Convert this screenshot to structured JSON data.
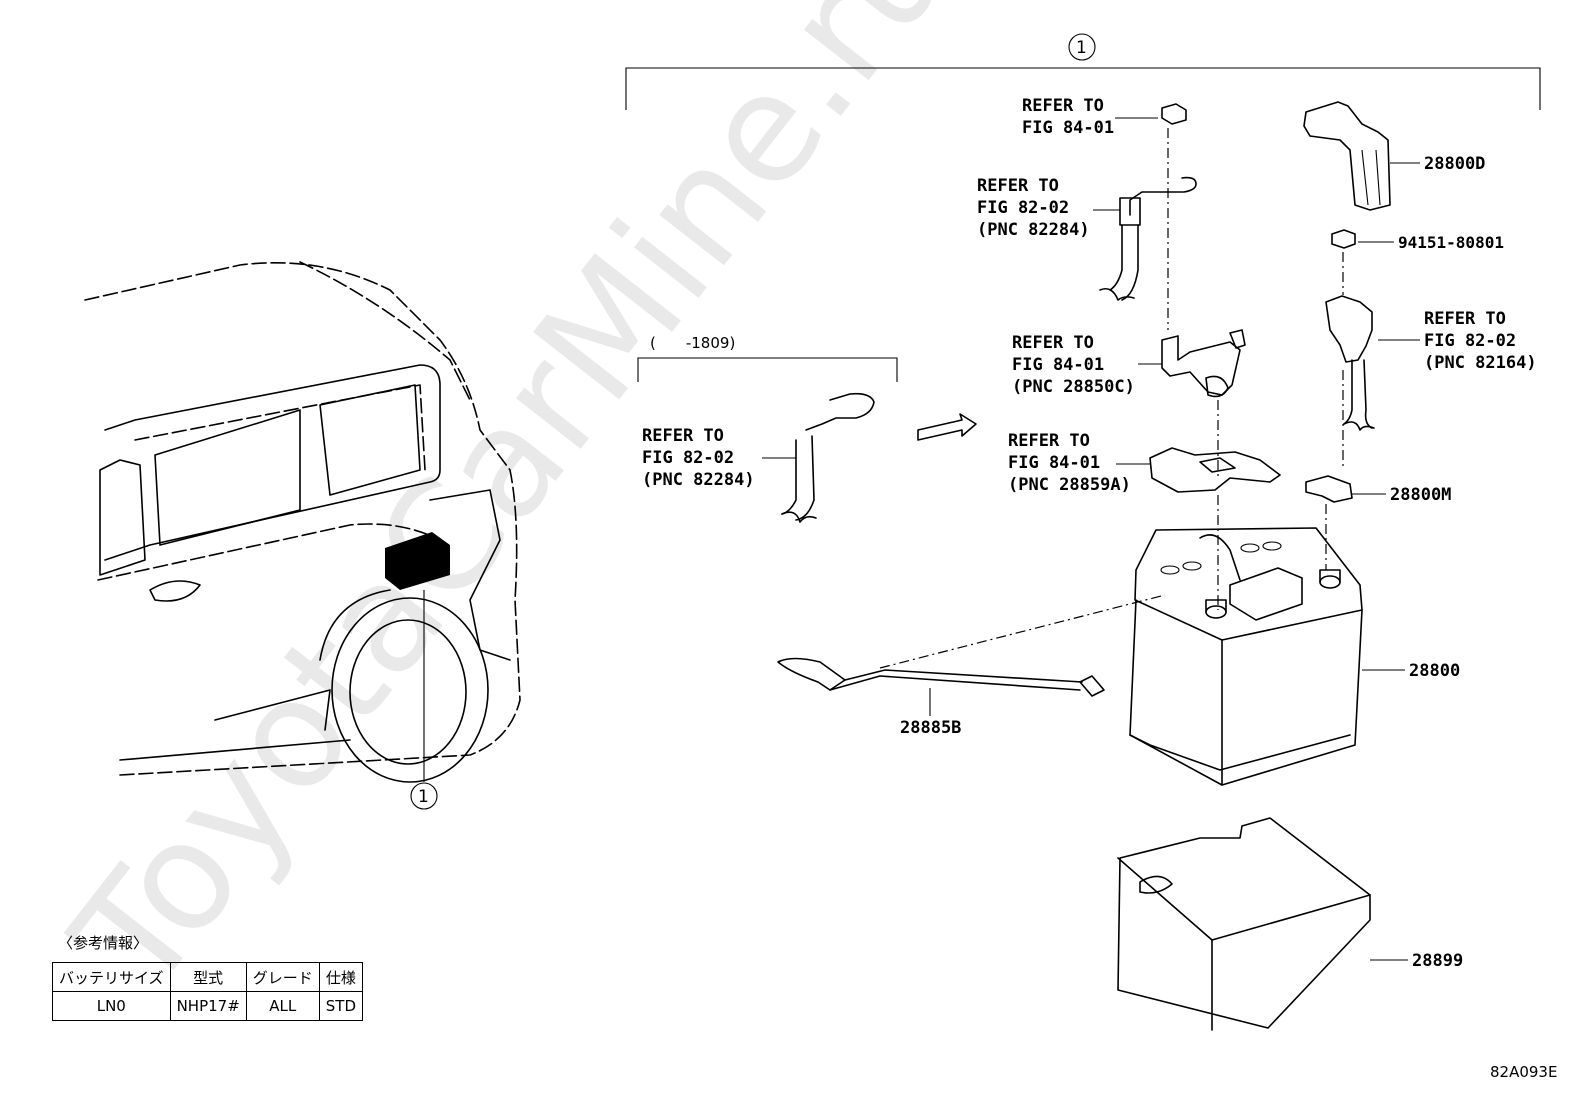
{
  "watermark": "ToyotaCarMine.ru",
  "callout_marker": "1",
  "assembly_range": "(　　-1809)",
  "labels": {
    "refer_nut": [
      "REFER TO",
      "FIG 84-01"
    ],
    "refer_cable_top": [
      "REFER TO",
      "FIG 82-02",
      "(PNC 82284)"
    ],
    "refer_clamp": [
      "REFER TO",
      "FIG 84-01",
      "(PNC 28850C)"
    ],
    "refer_bracket": [
      "REFER TO",
      "FIG 84-01",
      "(PNC 28859A)"
    ],
    "refer_cable_old": [
      "REFER TO",
      "FIG 82-02",
      "(PNC 82284)"
    ],
    "refer_pos_cable": [
      "REFER TO",
      "FIG 82-02",
      "(PNC 82164)"
    ]
  },
  "parts": {
    "cover": "28800D",
    "nut": "94151-80801",
    "terminal": "28800M",
    "battery": "28800",
    "sensor_hose": "28885B",
    "tray": "28899"
  },
  "reference_info": {
    "caption": "〈参考情報〉",
    "headers": [
      "バッテリサイズ",
      "型式",
      "グレード",
      "仕様"
    ],
    "row": [
      "LN0",
      "NHP17#",
      "ALL",
      "STD"
    ]
  },
  "figure_code": "82A093E"
}
